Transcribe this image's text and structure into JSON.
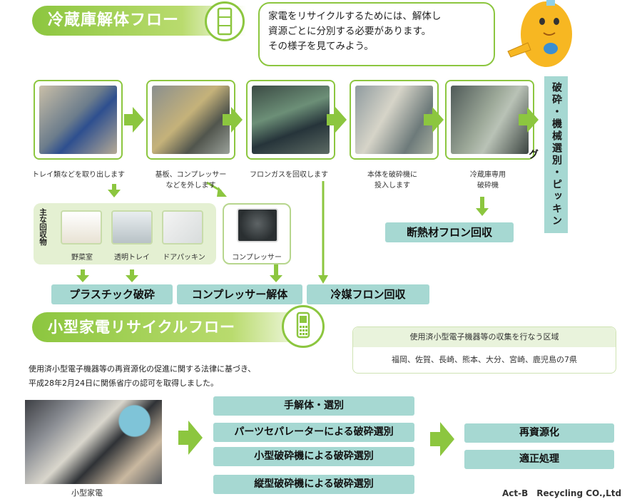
{
  "fridge_section": {
    "title": "冷蔵庫解体フロー",
    "bubble_lines": [
      "家電をリサイクルするためには、解体し",
      "資源ごとに分別する必要があります。",
      "その様子を見てみよう。"
    ],
    "steps": [
      {
        "caption": "トレイ類などを取り出します"
      },
      {
        "caption": "基板、コンプレッサー\nなどを外します"
      },
      {
        "caption": "フロンガスを回収します"
      },
      {
        "caption": "本体を破砕機に\n投入します"
      },
      {
        "caption": "冷蔵庫専用\n破砕機"
      }
    ],
    "vertical_band": "破砕・機械選別・ピッキング",
    "insulation_label": "断熱材フロン回収",
    "recovered_label": "主な回収物",
    "recovered_items": [
      "野菜室",
      "透明トレイ",
      "ドアパッキン"
    ],
    "compressor_label": "コンプレッサー",
    "outcomes": [
      "プラスチック破砕",
      "コンプレッサー解体",
      "冷媒フロン回収"
    ]
  },
  "small_section": {
    "title": "小型家電リサイクルフロー",
    "law_lines": [
      "使用済小型電子機器等の再資源化の促進に関する法律に基づき、",
      "平成28年2月24日に関係省庁の認可を取得しました。"
    ],
    "area_box": {
      "header": "使用済小型電子機器等の収集を行なう区域",
      "body": "福岡、佐賀、長崎、熊本、大分、宮崎、鹿児島の7県"
    },
    "photo_caption": "小型家電",
    "processes": [
      "手解体・選別",
      "パーツセパレーターによる破砕選別",
      "小型破砕機による破砕選別",
      "縦型破砕機による破砕選別"
    ],
    "results": [
      "再資源化",
      "適正処理"
    ]
  },
  "company": "Act-B　Recycling CO.,Ltd",
  "colors": {
    "green": "#8cc63f",
    "teal": "#a6d8d2",
    "panel": "#e4f0d2"
  }
}
